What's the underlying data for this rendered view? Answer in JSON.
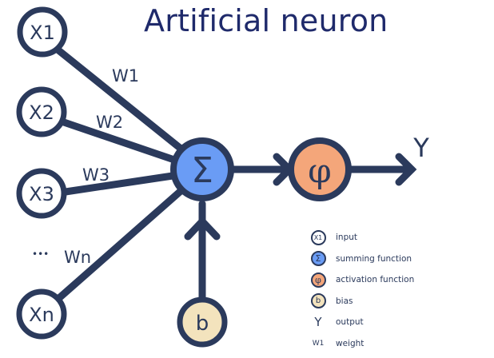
{
  "title": "Artificial neuron",
  "colors": {
    "stroke": "#2b3a5c",
    "title": "#1f2a6b",
    "summing_fill": "#6a9cf5",
    "activation_fill": "#f4a67a",
    "bias_fill": "#f3e3bd",
    "input_fill": "#ffffff"
  },
  "inputs": [
    {
      "label": "X1",
      "weight": "W1"
    },
    {
      "label": "X2",
      "weight": "W2"
    },
    {
      "label": "X3",
      "weight": "W3"
    },
    {
      "label": "Xn",
      "weight": "Wn"
    }
  ],
  "ellipsis": "•••",
  "summing_symbol": "Σ",
  "activation_symbol": "φ",
  "bias_label": "b",
  "output_label": "Y",
  "legend": [
    {
      "icon": "input-icon",
      "symbol": "X1",
      "label": "input"
    },
    {
      "icon": "summing-icon",
      "symbol": "Σ",
      "label": "summing function"
    },
    {
      "icon": "activation-icon",
      "symbol": "φ",
      "label": "activation function"
    },
    {
      "icon": "bias-icon",
      "symbol": "b",
      "label": "bias"
    },
    {
      "icon": "output-icon",
      "symbol": "Y",
      "label": "output"
    },
    {
      "icon": "weight-icon",
      "symbol": "W1",
      "label": "weight"
    }
  ]
}
